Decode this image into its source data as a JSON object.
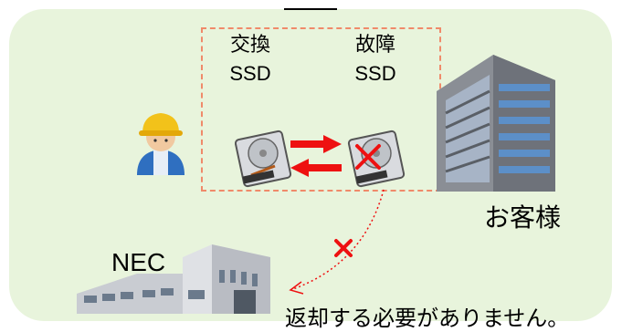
{
  "labels": {
    "replace_line1": "交換",
    "replace_line2": "SSD",
    "failed_line1": "故障",
    "failed_line2": "SSD",
    "customer": "お客様",
    "nec": "NEC",
    "note": "返却する必要がありません。"
  },
  "icons": [
    "technician-icon",
    "ssd-drive-icon",
    "building-icon",
    "factory-icon",
    "cross-mark-icon"
  ],
  "colors": {
    "panel": "#e8f4dc",
    "dashed_border": "#f08a6a",
    "arrow_red": "#ee1111",
    "cross_red": "#ee1111"
  }
}
